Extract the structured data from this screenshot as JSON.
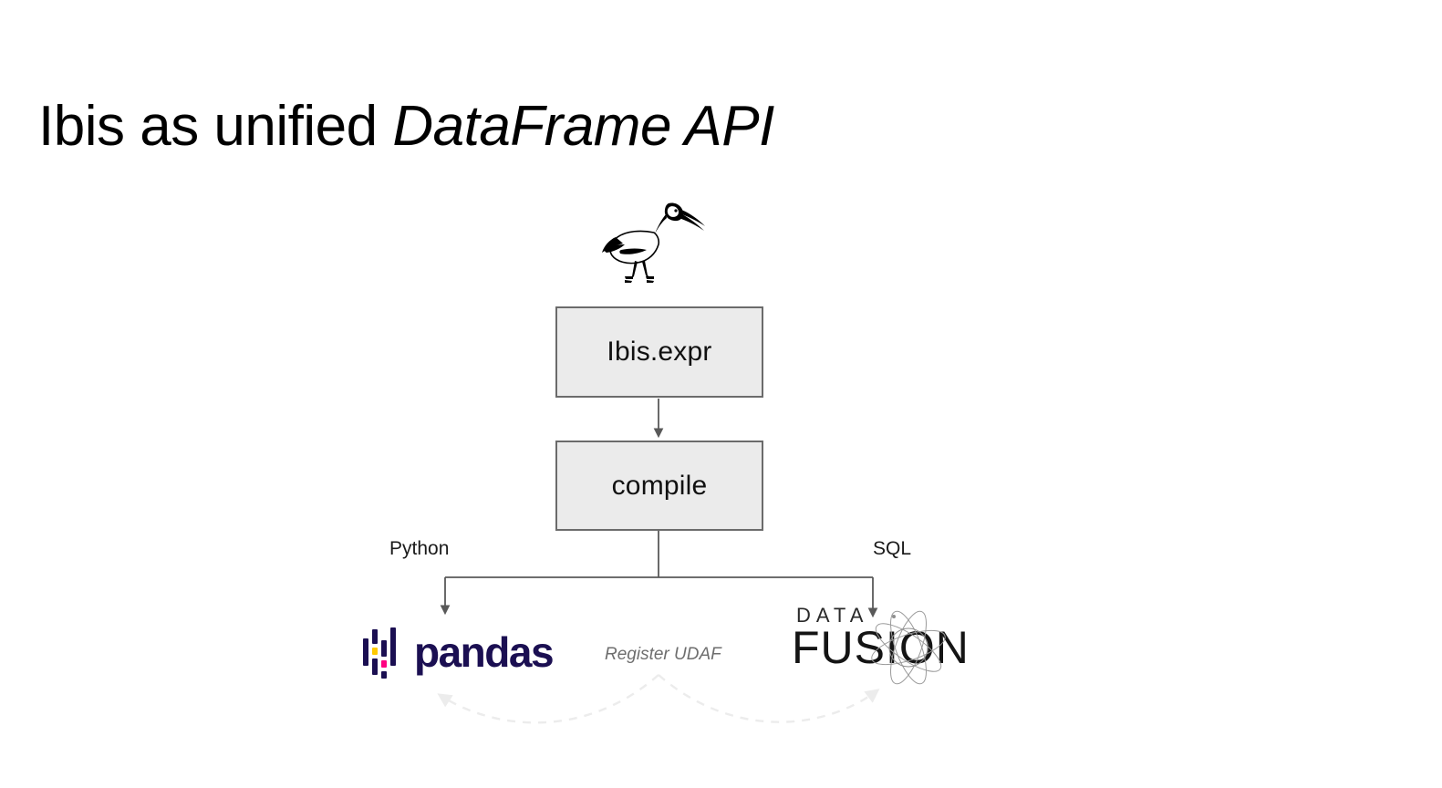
{
  "slide": {
    "title_plain": "Ibis as unified ",
    "title_emphasis": "DataFrame API",
    "background_color": "#ffffff"
  },
  "diagram": {
    "type": "flowchart",
    "logo_top": {
      "name": "ibis-bird-logo",
      "alt": "Ibis bird line-art logo",
      "color": "#000000"
    },
    "nodes": [
      {
        "id": "ibis-expr",
        "label": "Ibis.expr",
        "fill": "#ebebeb",
        "border": "#6b6b6b"
      },
      {
        "id": "compile",
        "label": "compile",
        "fill": "#ebebeb",
        "border": "#6b6b6b"
      }
    ],
    "edges": [
      {
        "from": "ibis-expr",
        "to": "compile",
        "label": ""
      },
      {
        "from": "compile",
        "to": "pandas",
        "label": "Python"
      },
      {
        "from": "compile",
        "to": "datafusion",
        "label": "SQL"
      }
    ],
    "edge_color": "#595959",
    "branch_labels": {
      "left": "Python",
      "right": "SQL"
    },
    "backends": [
      {
        "id": "pandas",
        "name": "pandas",
        "wordmark": "pandas",
        "brand_color": "#1b0f52",
        "accent_yellow": "#ffca00",
        "accent_magenta": "#ff0281"
      },
      {
        "id": "datafusion",
        "name": "DataFusion",
        "wordmark_top": "DATA",
        "wordmark_bottom": "FUSION",
        "brand_color": "#141414"
      }
    ],
    "feedback_link": {
      "label": "Register UDAF",
      "style": "dashed-bidirectional-curve",
      "color": "#ececec",
      "text_color": "#6e6e6e"
    }
  }
}
